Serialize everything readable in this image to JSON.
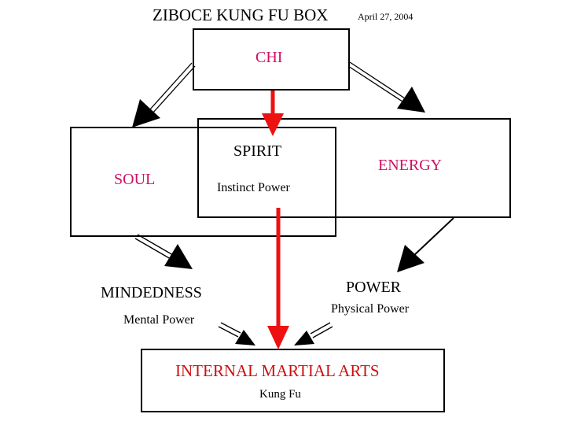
{
  "title": "ZIBOCE KUNG FU BOX",
  "date": "April 27, 2004",
  "nodes": {
    "chi": "CHI",
    "soul": "SOUL",
    "spirit": "SPIRIT",
    "spirit_sub": "Instinct Power",
    "energy": "ENERGY",
    "mindedness": "MINDEDNESS",
    "mindedness_sub": "Mental Power",
    "power": "POWER",
    "power_sub": "Physical Power",
    "martial": "INTERNAL MARTIAL ARTS",
    "martial_sub": "Kung Fu"
  },
  "colors": {
    "accent": "#cc1166",
    "martial_text": "#cc1111",
    "red_arrow": "#ee1111",
    "black": "#000000"
  }
}
